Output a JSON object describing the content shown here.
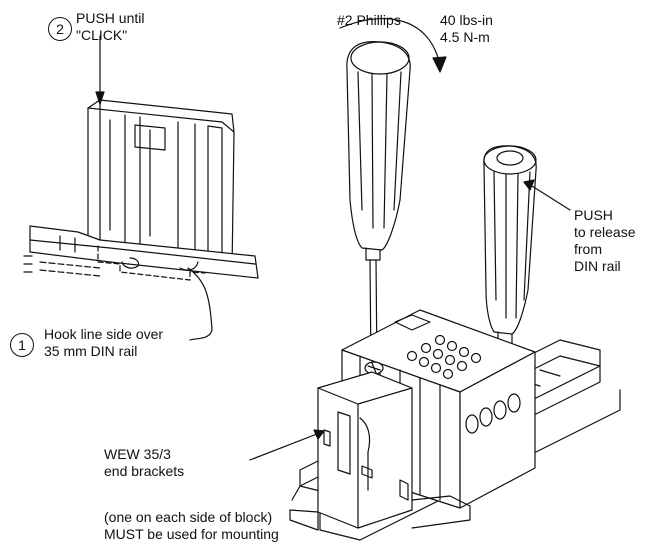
{
  "steps": [
    {
      "number": "2",
      "line1": "PUSH until",
      "line2": "\"CLICK\""
    },
    {
      "number": "1",
      "line1": "Hook line side over",
      "line2": "35 mm DIN rail"
    }
  ],
  "tool": {
    "name": "#2 Phillips",
    "torque1": "40 lbs-in",
    "torque2": "4.5 N-m"
  },
  "release": {
    "line1": "PUSH",
    "line2": "to release",
    "line3": "from",
    "line4": "DIN rail"
  },
  "bracket": {
    "line1": "WEW 35/3",
    "line2": "end brackets"
  },
  "note": {
    "line1": "(one on each side of block)",
    "line2": "MUST be used for mounting"
  }
}
